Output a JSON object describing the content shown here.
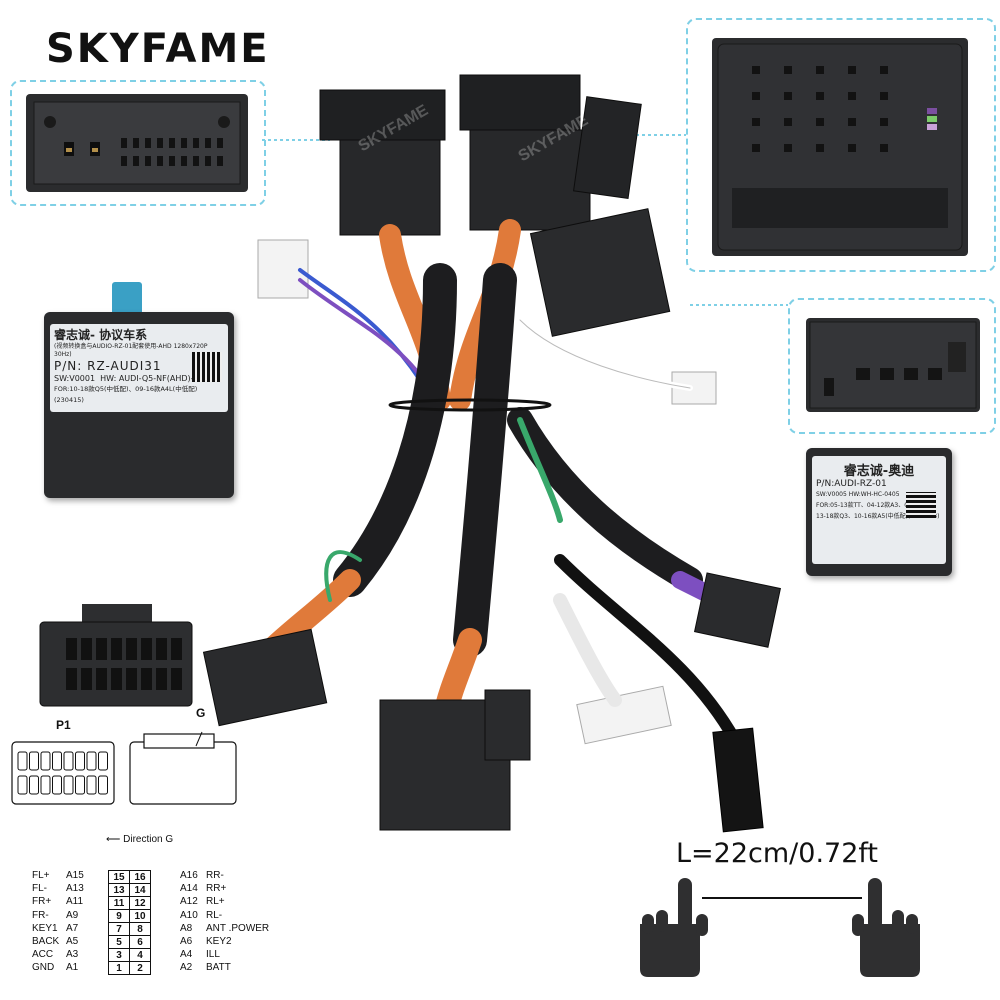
{
  "brand": "SKYFAME",
  "box_label_1": {
    "title": "睿志诚- 协议车系",
    "note": "(视频转换盒与AUDIO-RZ-01配套使用-AHD 1280x720P 30Hz)",
    "pn": "P/N: RZ-AUDI31",
    "sw": "SW:V0001",
    "hw": "HW: AUDI-Q5-NF(AHD)-0000",
    "for": "FOR:10-18款Q5(中低配)、09-16款A4L(中低配)(230415)"
  },
  "box_label_2": {
    "title": "睿志诚-奥迪",
    "pn": "P/N:AUDI-RZ-01",
    "swhw": "SW:V0005 HW:WH-HC-0405",
    "for1": "FOR:05-13款TT、04-12款A3、03-07款A4",
    "for2": "13-18款Q3、10-16款A5(中低配)(21.10.13)"
  },
  "diagram": {
    "p1_label": "P1",
    "g_label": "G",
    "direction": "Direction G",
    "pins_left": [
      {
        "name": "FL+",
        "pin": "A15"
      },
      {
        "name": "FL-",
        "pin": "A13"
      },
      {
        "name": "FR+",
        "pin": "A11"
      },
      {
        "name": "FR-",
        "pin": "A9"
      },
      {
        "name": "KEY1",
        "pin": "A7"
      },
      {
        "name": "BACK",
        "pin": "A5"
      },
      {
        "name": "ACC",
        "pin": "A3"
      },
      {
        "name": "GND",
        "pin": "A1"
      }
    ],
    "pins_right": [
      {
        "name": "RR-",
        "pin": "A16"
      },
      {
        "name": "RR+",
        "pin": "A14"
      },
      {
        "name": "RL+",
        "pin": "A12"
      },
      {
        "name": "RL-",
        "pin": "A10"
      },
      {
        "name": "ANT .POWER",
        "pin": "A8"
      },
      {
        "name": "KEY2",
        "pin": "A6"
      },
      {
        "name": "ILL",
        "pin": "A4"
      },
      {
        "name": "BATT",
        "pin": "A2"
      }
    ],
    "grid": [
      [
        "15",
        "16"
      ],
      [
        "13",
        "14"
      ],
      [
        "11",
        "12"
      ],
      [
        "9",
        "10"
      ],
      [
        "7",
        "8"
      ],
      [
        "5",
        "6"
      ],
      [
        "3",
        "4"
      ],
      [
        "1",
        "2"
      ]
    ]
  },
  "length_label": "L=22cm/0.72ft",
  "watermarks": [
    "SKYFAME",
    "SKYFAME"
  ],
  "colors": {
    "accent_dashed": "#7fd0e6",
    "connector": "#2b2c2e",
    "wire_orange": "#e07a3a",
    "sleeve": "#1d1d1f"
  }
}
